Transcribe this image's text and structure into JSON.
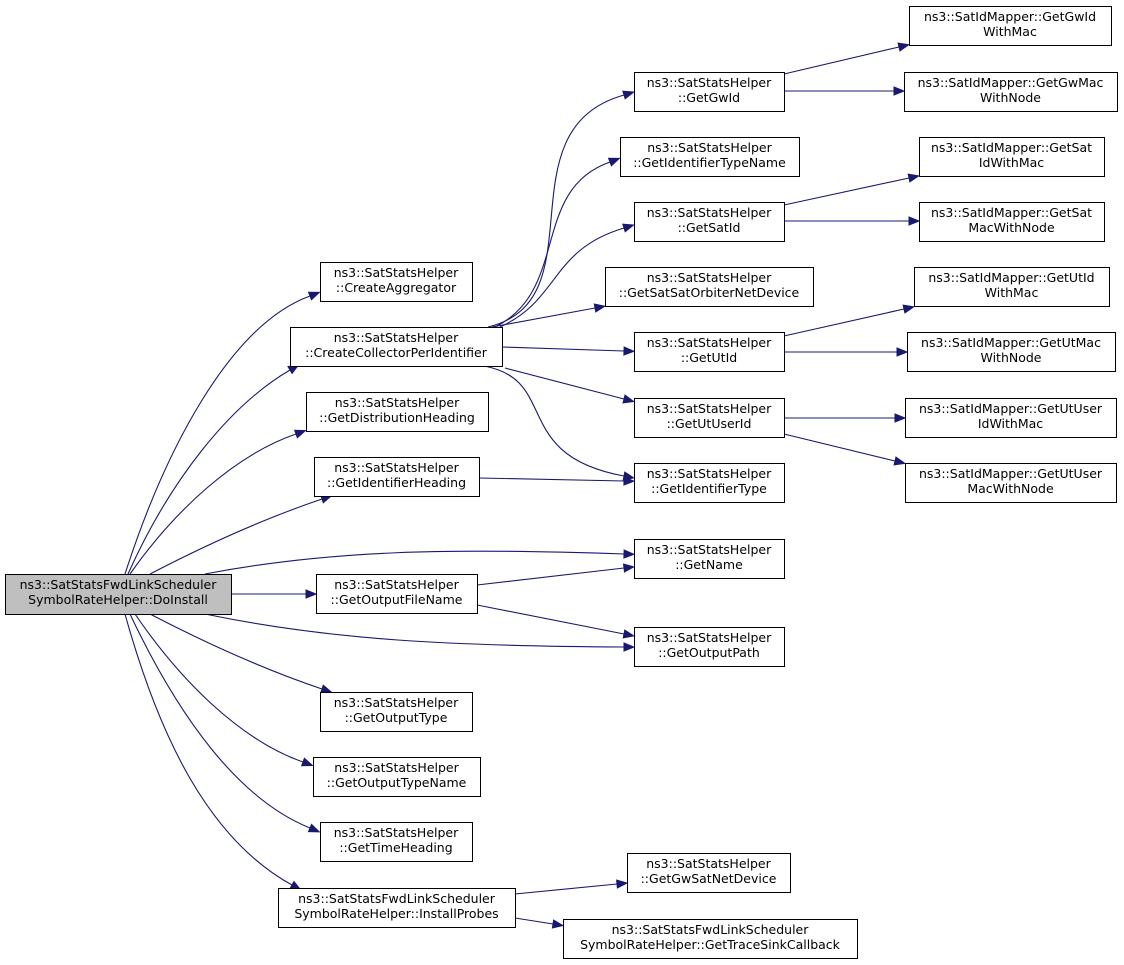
{
  "diagram": {
    "type": "call-graph",
    "root": "do_install",
    "nodes": [
      {
        "id": "do_install",
        "lines": [
          "ns3::SatStatsFwdLinkScheduler",
          "SymbolRateHelper::DoInstall"
        ],
        "highlight": true
      },
      {
        "id": "create_aggregator",
        "lines": [
          "ns3::SatStatsHelper",
          "::CreateAggregator"
        ]
      },
      {
        "id": "create_collector_per_identifier",
        "lines": [
          "ns3::SatStatsHelper",
          "::CreateCollectorPerIdentifier"
        ]
      },
      {
        "id": "get_distribution_heading",
        "lines": [
          "ns3::SatStatsHelper",
          "::GetDistributionHeading"
        ]
      },
      {
        "id": "get_identifier_heading",
        "lines": [
          "ns3::SatStatsHelper",
          "::GetIdentifierHeading"
        ]
      },
      {
        "id": "get_output_file_name",
        "lines": [
          "ns3::SatStatsHelper",
          "::GetOutputFileName"
        ]
      },
      {
        "id": "get_output_type",
        "lines": [
          "ns3::SatStatsHelper",
          "::GetOutputType"
        ]
      },
      {
        "id": "get_output_type_name",
        "lines": [
          "ns3::SatStatsHelper",
          "::GetOutputTypeName"
        ]
      },
      {
        "id": "get_time_heading",
        "lines": [
          "ns3::SatStatsHelper",
          "::GetTimeHeading"
        ]
      },
      {
        "id": "install_probes",
        "lines": [
          "ns3::SatStatsFwdLinkScheduler",
          "SymbolRateHelper::InstallProbes"
        ]
      },
      {
        "id": "get_gw_id",
        "lines": [
          "ns3::SatStatsHelper",
          "::GetGwId"
        ]
      },
      {
        "id": "get_identifier_type_name",
        "lines": [
          "ns3::SatStatsHelper",
          "::GetIdentifierTypeName"
        ]
      },
      {
        "id": "get_sat_id",
        "lines": [
          "ns3::SatStatsHelper",
          "::GetSatId"
        ]
      },
      {
        "id": "get_sat_sat_orbiter_net_device",
        "lines": [
          "ns3::SatStatsHelper",
          "::GetSatSatOrbiterNetDevice"
        ]
      },
      {
        "id": "get_ut_id",
        "lines": [
          "ns3::SatStatsHelper",
          "::GetUtId"
        ]
      },
      {
        "id": "get_ut_user_id",
        "lines": [
          "ns3::SatStatsHelper",
          "::GetUtUserId"
        ]
      },
      {
        "id": "get_identifier_type",
        "lines": [
          "ns3::SatStatsHelper",
          "::GetIdentifierType"
        ]
      },
      {
        "id": "get_name",
        "lines": [
          "ns3::SatStatsHelper",
          "::GetName"
        ]
      },
      {
        "id": "get_output_path",
        "lines": [
          "ns3::SatStatsHelper",
          "::GetOutputPath"
        ]
      },
      {
        "id": "get_gw_sat_net_device",
        "lines": [
          "ns3::SatStatsHelper",
          "::GetGwSatNetDevice"
        ]
      },
      {
        "id": "get_trace_sink_callback",
        "lines": [
          "ns3::SatStatsFwdLinkScheduler",
          "SymbolRateHelper::GetTraceSinkCallback"
        ]
      },
      {
        "id": "get_gw_id_with_mac",
        "lines": [
          "ns3::SatIdMapper::GetGwId",
          "WithMac"
        ]
      },
      {
        "id": "get_gw_mac_with_node",
        "lines": [
          "ns3::SatIdMapper::GetGwMac",
          "WithNode"
        ]
      },
      {
        "id": "get_sat_id_with_mac",
        "lines": [
          "ns3::SatIdMapper::GetSat",
          "IdWithMac"
        ]
      },
      {
        "id": "get_sat_mac_with_node",
        "lines": [
          "ns3::SatIdMapper::GetSat",
          "MacWithNode"
        ]
      },
      {
        "id": "get_ut_id_with_mac",
        "lines": [
          "ns3::SatIdMapper::GetUtId",
          "WithMac"
        ]
      },
      {
        "id": "get_ut_mac_with_node",
        "lines": [
          "ns3::SatIdMapper::GetUtMac",
          "WithNode"
        ]
      },
      {
        "id": "get_ut_user_id_with_mac",
        "lines": [
          "ns3::SatIdMapper::GetUtUser",
          "IdWithMac"
        ]
      },
      {
        "id": "get_ut_user_mac_with_node",
        "lines": [
          "ns3::SatIdMapper::GetUtUser",
          "MacWithNode"
        ]
      }
    ],
    "edges": [
      {
        "from": "do_install",
        "to": "create_aggregator"
      },
      {
        "from": "do_install",
        "to": "create_collector_per_identifier"
      },
      {
        "from": "do_install",
        "to": "get_distribution_heading"
      },
      {
        "from": "do_install",
        "to": "get_identifier_heading"
      },
      {
        "from": "do_install",
        "to": "get_name"
      },
      {
        "from": "do_install",
        "to": "get_output_file_name"
      },
      {
        "from": "do_install",
        "to": "get_output_path"
      },
      {
        "from": "do_install",
        "to": "get_output_type"
      },
      {
        "from": "do_install",
        "to": "get_output_type_name"
      },
      {
        "from": "do_install",
        "to": "get_time_heading"
      },
      {
        "from": "do_install",
        "to": "install_probes"
      },
      {
        "from": "create_collector_per_identifier",
        "to": "get_gw_id"
      },
      {
        "from": "create_collector_per_identifier",
        "to": "get_identifier_type_name"
      },
      {
        "from": "create_collector_per_identifier",
        "to": "get_sat_id"
      },
      {
        "from": "create_collector_per_identifier",
        "to": "get_sat_sat_orbiter_net_device"
      },
      {
        "from": "create_collector_per_identifier",
        "to": "get_ut_id"
      },
      {
        "from": "create_collector_per_identifier",
        "to": "get_ut_user_id"
      },
      {
        "from": "create_collector_per_identifier",
        "to": "get_identifier_type"
      },
      {
        "from": "get_identifier_heading",
        "to": "get_identifier_type"
      },
      {
        "from": "get_output_file_name",
        "to": "get_name"
      },
      {
        "from": "get_output_file_name",
        "to": "get_output_path"
      },
      {
        "from": "install_probes",
        "to": "get_gw_sat_net_device"
      },
      {
        "from": "install_probes",
        "to": "get_trace_sink_callback"
      },
      {
        "from": "get_gw_id",
        "to": "get_gw_id_with_mac"
      },
      {
        "from": "get_gw_id",
        "to": "get_gw_mac_with_node"
      },
      {
        "from": "get_sat_id",
        "to": "get_sat_id_with_mac"
      },
      {
        "from": "get_sat_id",
        "to": "get_sat_mac_with_node"
      },
      {
        "from": "get_ut_id",
        "to": "get_ut_id_with_mac"
      },
      {
        "from": "get_ut_id",
        "to": "get_ut_mac_with_node"
      },
      {
        "from": "get_ut_user_id",
        "to": "get_ut_user_id_with_mac"
      },
      {
        "from": "get_ut_user_id",
        "to": "get_ut_user_mac_with_node"
      }
    ],
    "colors": {
      "edge": "#191970",
      "node_border": "#000000",
      "node_fill": "#ffffff",
      "root_fill": "#bfbfbf"
    }
  }
}
